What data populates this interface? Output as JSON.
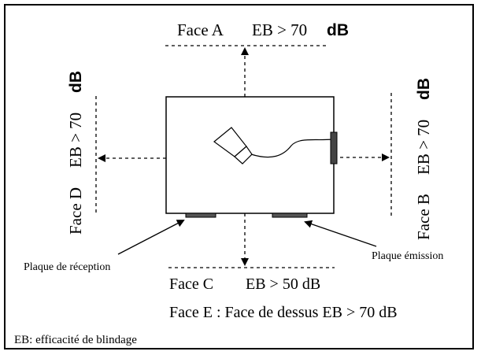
{
  "faces": {
    "a": {
      "label": "Face A",
      "eb": "EB > 70",
      "unit": "dB"
    },
    "b": {
      "label": "Face B",
      "eb": "EB > 70",
      "unit": "dB"
    },
    "c": {
      "label": "Face C",
      "eb": "EB > 50 dB"
    },
    "d": {
      "label": "Face D",
      "eb": "EB > 70",
      "unit": "dB"
    },
    "e": {
      "text": "Face E : Face de dessus EB > 70 dB"
    }
  },
  "plates": {
    "reception": "Plaque de réception",
    "emission": "Plaque émission"
  },
  "legend": "EB: efficacité de blindage",
  "colors": {
    "line": "#000000",
    "plate": "#555555",
    "background": "#ffffff"
  }
}
